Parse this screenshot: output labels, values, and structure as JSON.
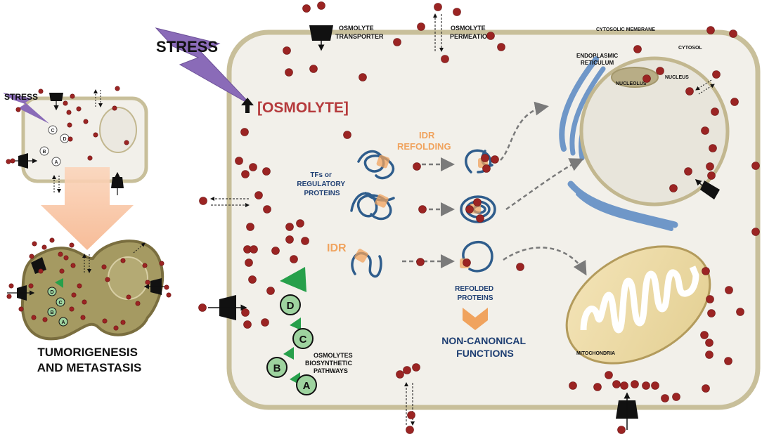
{
  "labels": {
    "stress_main": "STRESS",
    "stress_small": "STRESS",
    "osmolyte_level": "[OSMOLYTE]",
    "osmolyte_transporter_1": "OSMOLYTE",
    "osmolyte_transporter_2": "TRANSPORTER",
    "osmolyte_permeation_1": "OSMOLYTE",
    "osmolyte_permeation_2": "PERMEATION",
    "cytosolic_membrane": "CYTOSOLIC MEMBRANE",
    "cytosol": "CYTOSOL",
    "endoplasmic_reticulum_1": "ENDOPLASMIC",
    "endoplasmic_reticulum_2": "RETICULUM",
    "nucleolus": "NUCLEOLUS",
    "nucleus": "NUCLEUS",
    "idr_refolding_1": "IDR",
    "idr_refolding_2": "REFOLDING",
    "tfs_1": "TFs or",
    "tfs_2": "REGULATORY",
    "tfs_3": "PROTEINS",
    "idr": "IDR",
    "refolded_1": "REFOLDED",
    "refolded_2": "PROTEINS",
    "noncanonical_1": "NON-CANONICAL",
    "noncanonical_2": "FUNCTIONS",
    "mitochondria": "MITOCHONDRIA",
    "pathways_1": "OSMOLYTES",
    "pathways_2": "BIOSYNTHETIC",
    "pathways_3": "PATHWAYS",
    "tumor_1": "TUMORIGENESIS",
    "tumor_2": "AND METASTASIS"
  },
  "pathway_steps": [
    "A",
    "B",
    "C",
    "D"
  ],
  "colors": {
    "osmolyte": "#9b2423",
    "membrane": "#c8bf9a",
    "cytosol_fill": "#f2f0ea",
    "protein": "#2f5d8c",
    "idr_orange": "#f0a35e",
    "enzyme_green": "#27a04b",
    "stress_purple": "#8a6bb8",
    "er_blue": "#6f97c8",
    "tumor_fill": "#a59a62",
    "label_navy": "#1f3f73",
    "osmolyte_text": "#b53a3c"
  }
}
